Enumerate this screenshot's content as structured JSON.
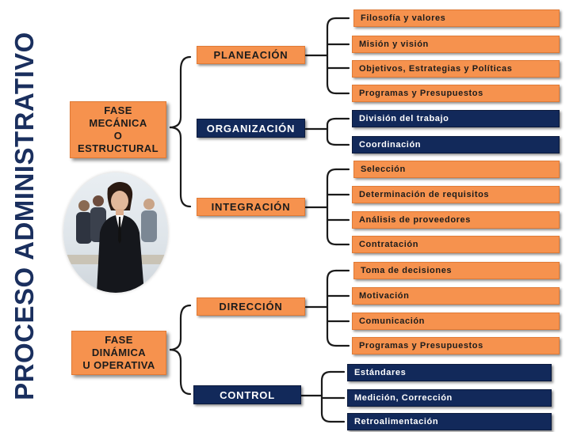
{
  "title": "PROCESO ADMINISTRATIVO",
  "phases": [
    {
      "label": "FASE\nMECÁNICA\nO\nESTRUCTURAL"
    },
    {
      "label": "FASE\nDINÁMICA\nU OPERATIVA"
    }
  ],
  "stages": [
    {
      "label": "PLANEACIÓN",
      "style": "orange",
      "items": [
        {
          "label": "Filosofía y valores",
          "style": "orange"
        },
        {
          "label": "Misión y visión",
          "style": "orange"
        },
        {
          "label": "Objetivos, Estrategias y Políticas",
          "style": "orange"
        },
        {
          "label": "Programas  y Presupuestos",
          "style": "orange"
        }
      ]
    },
    {
      "label": "ORGANIZACIÓN",
      "style": "navy",
      "items": [
        {
          "label": "División del trabajo",
          "style": "navy"
        },
        {
          "label": "Coordinación",
          "style": "navy"
        }
      ]
    },
    {
      "label": "INTEGRACIÓN",
      "style": "orange",
      "items": [
        {
          "label": "Selección",
          "style": "orange"
        },
        {
          "label": "Determinación de requisitos",
          "style": "orange"
        },
        {
          "label": "Análisis de proveedores",
          "style": "orange"
        },
        {
          "label": "Contratación",
          "style": "orange"
        }
      ]
    },
    {
      "label": "DIRECCIÓN",
      "style": "orange",
      "items": [
        {
          "label": "Toma de decisiones",
          "style": "orange"
        },
        {
          "label": "Motivación",
          "style": "orange"
        },
        {
          "label": "Comunicación",
          "style": "orange"
        },
        {
          "label": "Programas  y Presupuestos",
          "style": "orange"
        }
      ]
    },
    {
      "label": "CONTROL",
      "style": "navy",
      "items": [
        {
          "label": "Estándares",
          "style": "navy"
        },
        {
          "label": "Medición, Corrección",
          "style": "navy"
        },
        {
          "label": "Retroalimentación",
          "style": "navy"
        }
      ]
    }
  ],
  "colors": {
    "orange": "#f6924e",
    "navy": "#12295a",
    "title": "#1a2f5e"
  },
  "image": {
    "subject": "business-team-photo"
  }
}
